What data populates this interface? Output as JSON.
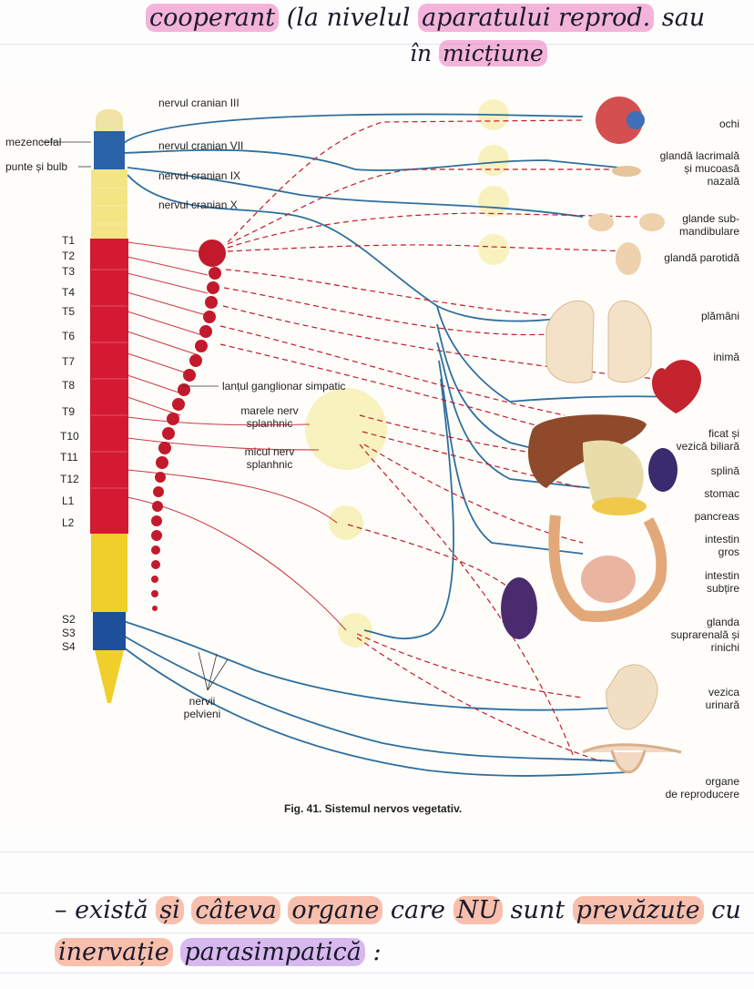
{
  "notes_top": {
    "line1_part1": "cooperant",
    "line1_part2": " (la nivelul ",
    "line1_part3": "aparatului reprod.",
    "line1_part4": " sau",
    "line2_part1": "în ",
    "line2_part2": "micțiune"
  },
  "figure": {
    "caption": "Fig. 41. Sistemul nervos vegetativ.",
    "cranial_nerves": [
      "nervul cranian III",
      "nervul cranian VII",
      "nervul cranian IX",
      "nervul cranian X"
    ],
    "spine_labels": [
      "mezencefal",
      "punte și bulb"
    ],
    "segments": [
      "T1",
      "T2",
      "T3",
      "T4",
      "T5",
      "T6",
      "T7",
      "T8",
      "T9",
      "T10",
      "T11",
      "T12",
      "L1",
      "L2",
      "S2",
      "S3",
      "S4"
    ],
    "chain_label": "lanțul ganglionar simpatic",
    "splanchnic_major": [
      "marele nerv",
      "splanhnic"
    ],
    "splanchnic_minor": [
      "micul nerv",
      "splanhnic"
    ],
    "pelvic_nerves": [
      "nervii",
      "pelvieni"
    ],
    "organs": {
      "ochi": [
        "ochi"
      ],
      "lacrimal": [
        "glandă lacrimală",
        "și mucoasă",
        "nazală"
      ],
      "submandibular": [
        "glande sub-",
        "mandibulare"
      ],
      "parotid": [
        "glandă parotidă"
      ],
      "lungs": [
        "plămâni"
      ],
      "heart": [
        "inimă"
      ],
      "liver": [
        "ficat și",
        "vezică biliară"
      ],
      "spleen": [
        "splină"
      ],
      "stomach": [
        "stomac"
      ],
      "pancreas": [
        "pancreas"
      ],
      "large_intestine": [
        "intestin",
        "gros"
      ],
      "small_intestine": [
        "intestin",
        "subțire"
      ],
      "adrenal": [
        "glanda",
        "suprarenală și",
        "rinichi"
      ],
      "bladder": [
        "vezica",
        "urinară"
      ],
      "reproductive": [
        "organe",
        "de reproducere"
      ]
    }
  },
  "notes_bottom": {
    "w1": "– există ",
    "w2": "și",
    "w3": " ",
    "w4": "câteva",
    "w5": " ",
    "w6": "organe",
    "w7": " care ",
    "w8": "NU",
    "w9": " sunt ",
    "w10": "prevăzute",
    "w11": " cu",
    "line2_1": "inervație",
    "line2_2": " ",
    "line2_3": "parasimpatică",
    "line2_4": " :"
  },
  "colors": {
    "sympathetic": "#c21a2c",
    "parasympathetic": "#2f6f9e",
    "highlight_pink": "#ec78be",
    "highlight_orange": "#f5967a",
    "highlight_purple": "#be8ce6"
  }
}
